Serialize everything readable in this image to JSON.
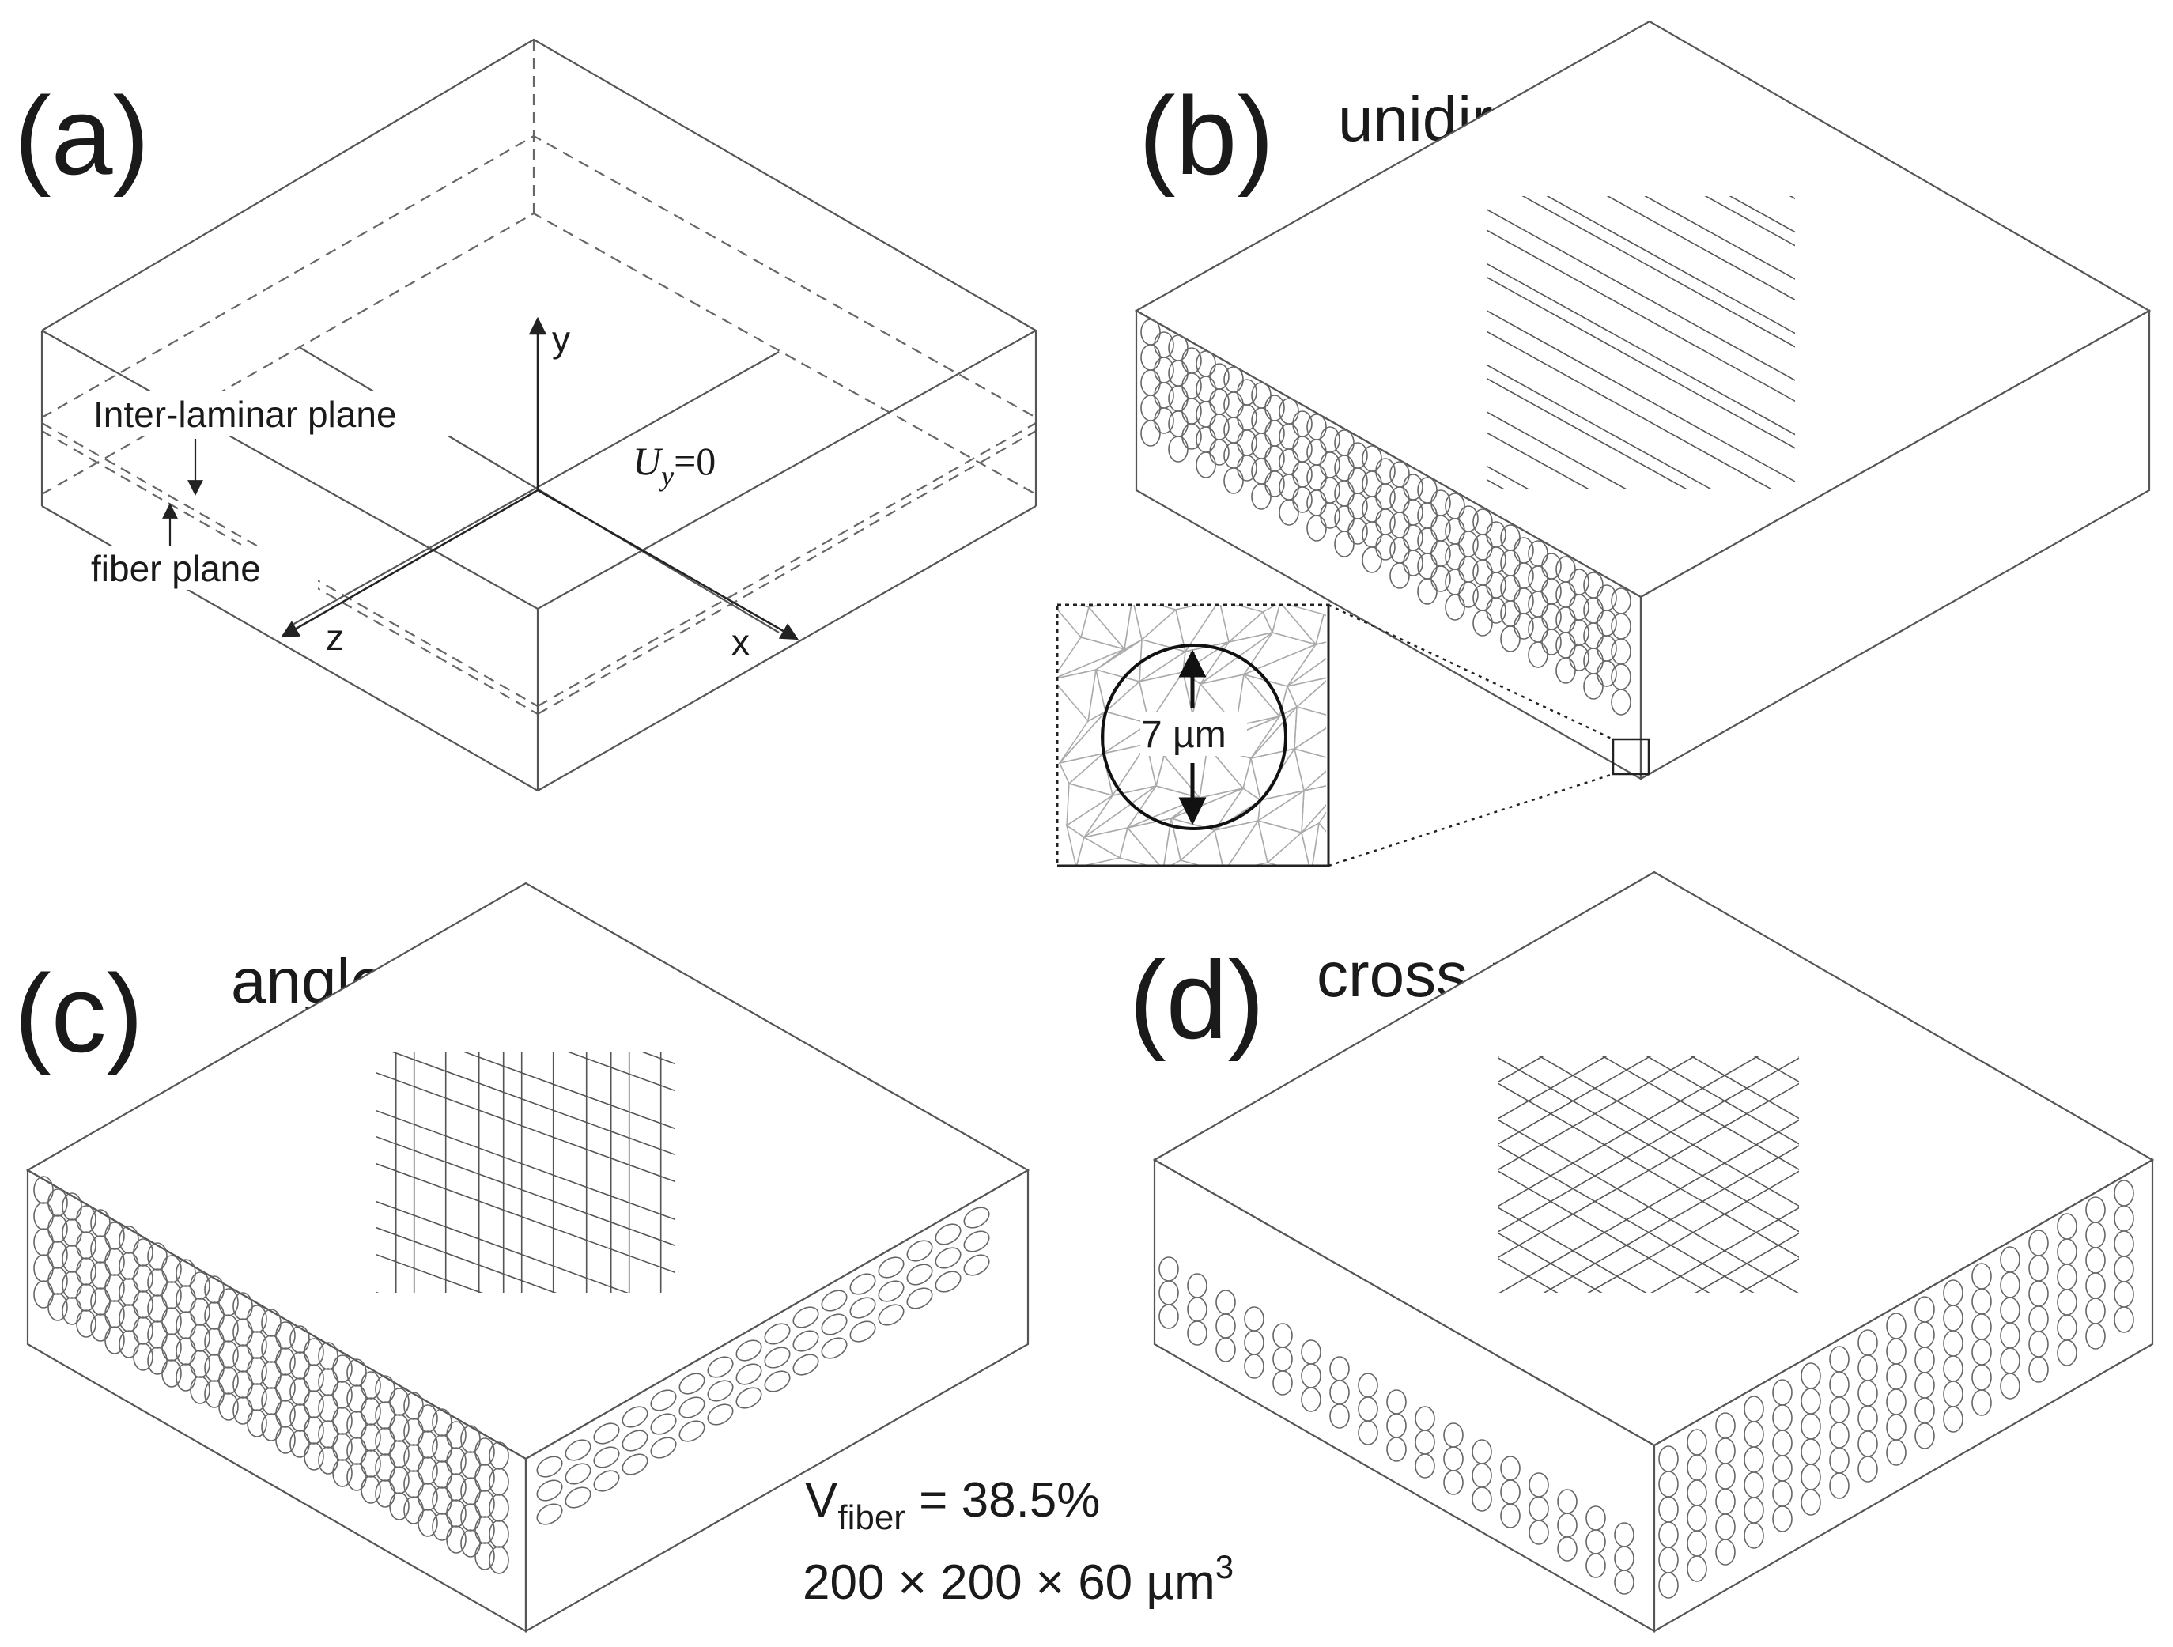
{
  "panels": {
    "a": {
      "label": "(a)",
      "inter_laminar": "Inter-laminar plane",
      "fiber_plane": "fiber plane",
      "axis_y": "y",
      "axis_z": "z",
      "axis_x": "x",
      "bc_U": "U",
      "bc_sub": "y",
      "bc_eq": "=0"
    },
    "b": {
      "label": "(b)",
      "title": "unidirectional",
      "inset_dim": "7 µm"
    },
    "c": {
      "label": "(c)",
      "title": "angle-ply"
    },
    "d": {
      "label": "(d)",
      "title": "cross-ply"
    }
  },
  "specs": {
    "vfiber_V": "V",
    "vfiber_sub": "fiber",
    "vfiber_val": " = 38.5%",
    "dims": "200 × 200 × 60 µm",
    "dims_sup": "3"
  },
  "colors": {
    "line": "#555555",
    "text": "#1a1a1a",
    "mesh": "#aaaaaa"
  }
}
